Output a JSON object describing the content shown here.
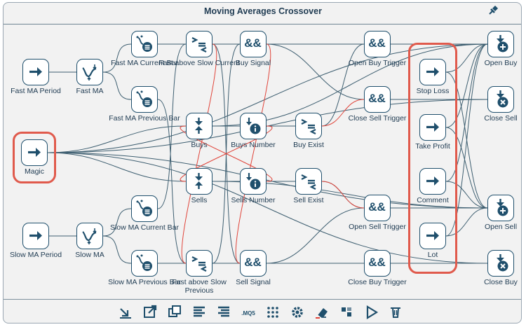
{
  "diagram": {
    "title": "Moving Averages Crossover",
    "colors": {
      "node": "#1f4f6c",
      "wire": "#3d5e70",
      "wire_alt": "#e0443a",
      "highlight": "#e05a4c"
    },
    "nodes": {
      "fast_ma_period": {
        "label": "Fast MA Period",
        "icon": "arrow-right-icon"
      },
      "fast_ma": {
        "label": "Fast MA",
        "icon": "ma-curve-icon"
      },
      "fast_ma_current": {
        "label": "Fast MA Current Bar",
        "icon": "ma-value-icon"
      },
      "fast_ma_previous": {
        "label": "Fast MA Previous Bar",
        "icon": "ma-value-icon"
      },
      "fast_above_slow_current": {
        "label": "Fast above Slow Current",
        "icon": "compare-icon"
      },
      "buy_signal": {
        "label": "Buy Signal",
        "icon": "and-icon",
        "symbol": "&&"
      },
      "open_buy_trigger": {
        "label": "Open Buy Trigger",
        "icon": "and-icon",
        "symbol": "&&"
      },
      "close_sell_trigger": {
        "label": "Close Sell Trigger",
        "icon": "and-icon",
        "symbol": "&&"
      },
      "magic": {
        "label": "Magic",
        "icon": "arrow-right-icon"
      },
      "buys": {
        "label": "Buys",
        "icon": "collapse-arrows-icon"
      },
      "buys_number": {
        "label": "Buys Number",
        "icon": "info-count-icon"
      },
      "buy_exist": {
        "label": "Buy Exist",
        "icon": "compare-icon"
      },
      "sells": {
        "label": "Sells",
        "icon": "collapse-arrows-icon"
      },
      "sells_number": {
        "label": "Sells Number",
        "icon": "info-count-icon"
      },
      "sell_exist": {
        "label": "Sell Exist",
        "icon": "compare-icon"
      },
      "open_sell_trigger": {
        "label": "Open Sell Trigger",
        "icon": "and-icon",
        "symbol": "&&"
      },
      "slow_ma_period": {
        "label": "Slow MA Period",
        "icon": "arrow-right-icon"
      },
      "slow_ma": {
        "label": "Slow MA",
        "icon": "ma-curve-icon"
      },
      "slow_ma_current": {
        "label": "Slow MA Current Bar",
        "icon": "ma-value-icon"
      },
      "slow_ma_previous": {
        "label": "Slow MA Previous Bar",
        "icon": "ma-value-icon"
      },
      "fast_above_slow_previous": {
        "label": "Fast above Slow Previous",
        "icon": "compare-icon"
      },
      "sell_signal": {
        "label": "Sell Signal",
        "icon": "and-icon",
        "symbol": "&&"
      },
      "close_buy_trigger": {
        "label": "Close Buy Trigger",
        "icon": "and-icon",
        "symbol": "&&"
      },
      "stop_loss": {
        "label": "Stop Loss",
        "icon": "arrow-right-icon"
      },
      "take_profit": {
        "label": "Take Profit",
        "icon": "arrow-right-icon"
      },
      "comment": {
        "label": "Comment",
        "icon": "arrow-right-icon"
      },
      "lot": {
        "label": "Lot",
        "icon": "arrow-right-icon"
      },
      "open_buy": {
        "label": "Open Buy",
        "icon": "open-order-icon"
      },
      "close_sell": {
        "label": "Close Sell",
        "icon": "close-order-icon"
      },
      "open_sell": {
        "label": "Open Sell",
        "icon": "open-order-icon"
      },
      "close_buy": {
        "label": "Close Buy",
        "icon": "close-order-icon"
      }
    },
    "edges": [
      [
        "fast_ma_period",
        "fast_ma"
      ],
      [
        "fast_ma",
        "fast_ma_current"
      ],
      [
        "fast_ma",
        "fast_ma_previous"
      ],
      [
        "fast_ma_current",
        "fast_above_slow_current"
      ],
      [
        "fast_above_slow_current",
        "buy_signal"
      ],
      [
        "fast_ma_previous",
        "fast_above_slow_previous"
      ],
      [
        "slow_ma_period",
        "slow_ma"
      ],
      [
        "slow_ma",
        "slow_ma_current"
      ],
      [
        "slow_ma",
        "slow_ma_previous"
      ],
      [
        "slow_ma_current",
        "fast_above_slow_current"
      ],
      [
        "slow_ma_previous",
        "fast_above_slow_previous"
      ],
      [
        "fast_above_slow_previous",
        "sell_signal"
      ],
      [
        "fast_above_slow_current",
        "sell_signal"
      ],
      [
        "fast_above_slow_previous",
        "buy_signal"
      ],
      [
        "magic",
        "buys"
      ],
      [
        "magic",
        "sells"
      ],
      [
        "magic",
        "open_buy"
      ],
      [
        "magic",
        "close_sell"
      ],
      [
        "magic",
        "open_sell"
      ],
      [
        "magic",
        "close_buy"
      ],
      [
        "buys",
        "buys_number"
      ],
      [
        "buys_number",
        "buy_exist"
      ],
      [
        "sells",
        "sells_number"
      ],
      [
        "sells_number",
        "sell_exist"
      ],
      [
        "buy_signal",
        "open_buy_trigger"
      ],
      [
        "buy_signal",
        "close_sell_trigger"
      ],
      [
        "buy_exist",
        "open_buy_trigger"
      ],
      [
        "sell_signal",
        "open_sell_trigger"
      ],
      [
        "sell_signal",
        "close_buy_trigger"
      ],
      [
        "sell_exist",
        "open_sell_trigger"
      ],
      [
        "open_buy_trigger",
        "open_buy"
      ],
      [
        "close_sell_trigger",
        "close_sell"
      ],
      [
        "open_sell_trigger",
        "open_sell"
      ],
      [
        "close_buy_trigger",
        "close_buy"
      ],
      [
        "stop_loss",
        "open_buy"
      ],
      [
        "stop_loss",
        "open_sell"
      ],
      [
        "take_profit",
        "open_buy"
      ],
      [
        "take_profit",
        "open_sell"
      ],
      [
        "comment",
        "open_buy"
      ],
      [
        "comment",
        "open_sell"
      ],
      [
        "lot",
        "open_buy"
      ],
      [
        "lot",
        "open_sell"
      ],
      [
        "buys",
        "open_buy"
      ],
      [
        "sells",
        "open_sell"
      ]
    ],
    "alt_edges": [
      [
        "buys_number",
        "sells"
      ],
      [
        "sells_number",
        "buys"
      ],
      [
        "fast_above_slow_current",
        "fast_above_slow_previous"
      ],
      [
        "buy_signal",
        "sell_signal"
      ],
      [
        "buy_exist",
        "close_sell_trigger"
      ],
      [
        "sell_exist",
        "open_sell_trigger"
      ]
    ],
    "highlighted": [
      "magic",
      "stop_loss",
      "take_profit",
      "comment",
      "lot"
    ]
  },
  "toolbar": {
    "buttons": [
      {
        "name": "import-icon",
        "tip": "Import"
      },
      {
        "name": "export-icon",
        "tip": "Export"
      },
      {
        "name": "duplicate-icon",
        "tip": "Duplicate"
      },
      {
        "name": "align-left-icon",
        "tip": "Align"
      },
      {
        "name": "align-right-icon",
        "tip": "Align"
      },
      {
        "name": "mq5-icon",
        "text": ".MQ5"
      },
      {
        "name": "grid-icon",
        "tip": "Grid"
      },
      {
        "name": "settings-icon",
        "tip": "Settings"
      },
      {
        "name": "eraser-icon",
        "tip": "Erase"
      },
      {
        "name": "layout-icon",
        "tip": "Layout"
      },
      {
        "name": "run-icon",
        "tip": "Run"
      },
      {
        "name": "delete-icon",
        "tip": "Delete"
      }
    ]
  }
}
